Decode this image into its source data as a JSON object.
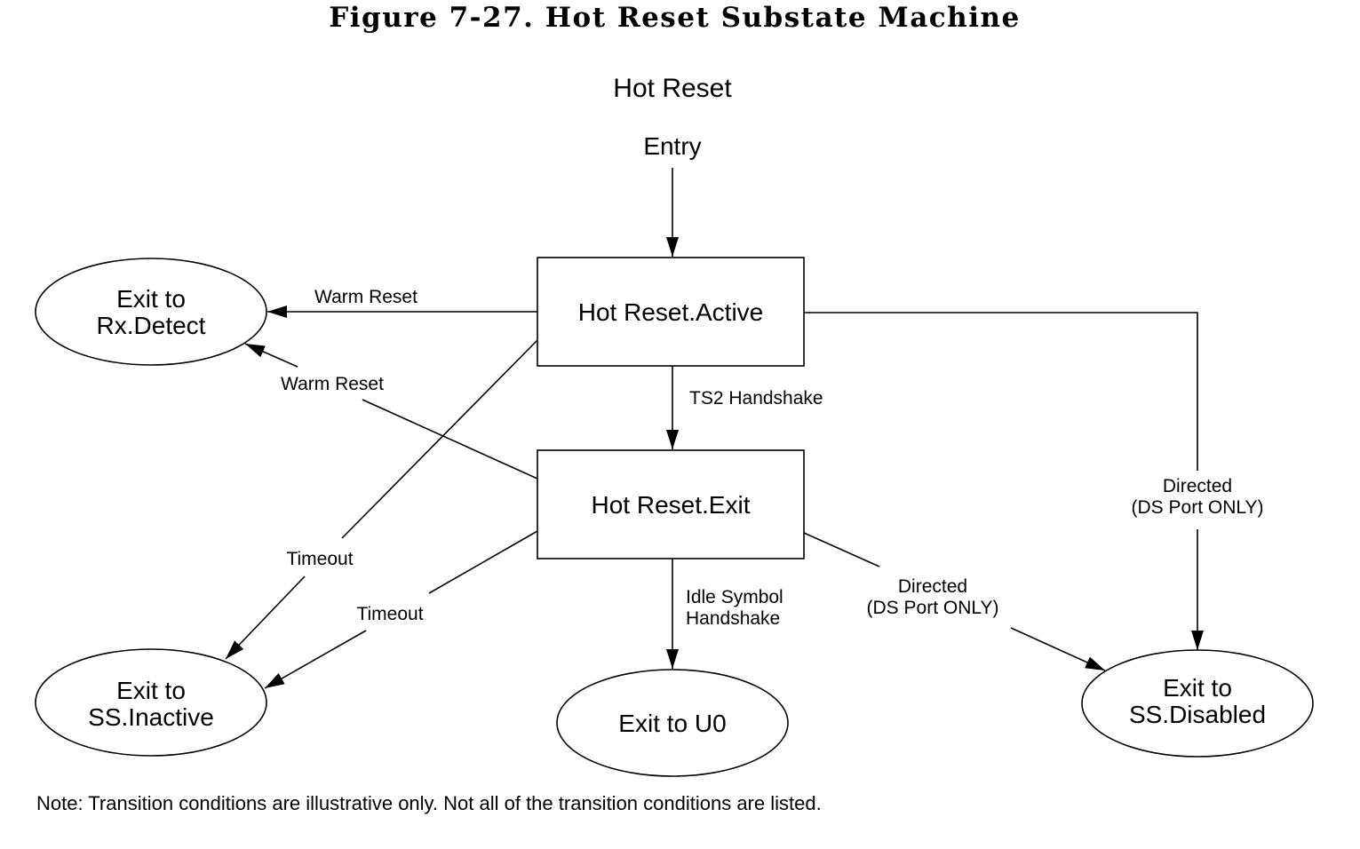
{
  "figure_title": "Figure 7-27.  Hot Reset Substate Machine",
  "diagram": {
    "heading": "Hot Reset",
    "entry": "Entry",
    "states": {
      "active": "Hot Reset.Active",
      "exit": "Hot Reset.Exit"
    },
    "terminals": {
      "rx_detect": [
        "Exit to",
        "Rx.Detect"
      ],
      "ss_inactive": [
        "Exit to",
        "SS.Inactive"
      ],
      "u0": "Exit to U0",
      "ss_disabled": [
        "Exit to",
        "SS.Disabled"
      ]
    },
    "transitions": {
      "active_warm_reset": "Warm Reset",
      "exit_warm_reset": "Warm Reset",
      "ts2_handshake": "TS2 Handshake",
      "active_timeout": "Timeout",
      "exit_timeout": "Timeout",
      "idle_symbol": [
        "Idle Symbol",
        "Handshake"
      ],
      "exit_directed": [
        "Directed",
        "(DS Port ONLY)"
      ],
      "active_directed": [
        "Directed",
        "(DS Port ONLY)"
      ]
    },
    "note": "Note: Transition conditions are illustrative only.  Not all of the transition conditions are listed."
  }
}
